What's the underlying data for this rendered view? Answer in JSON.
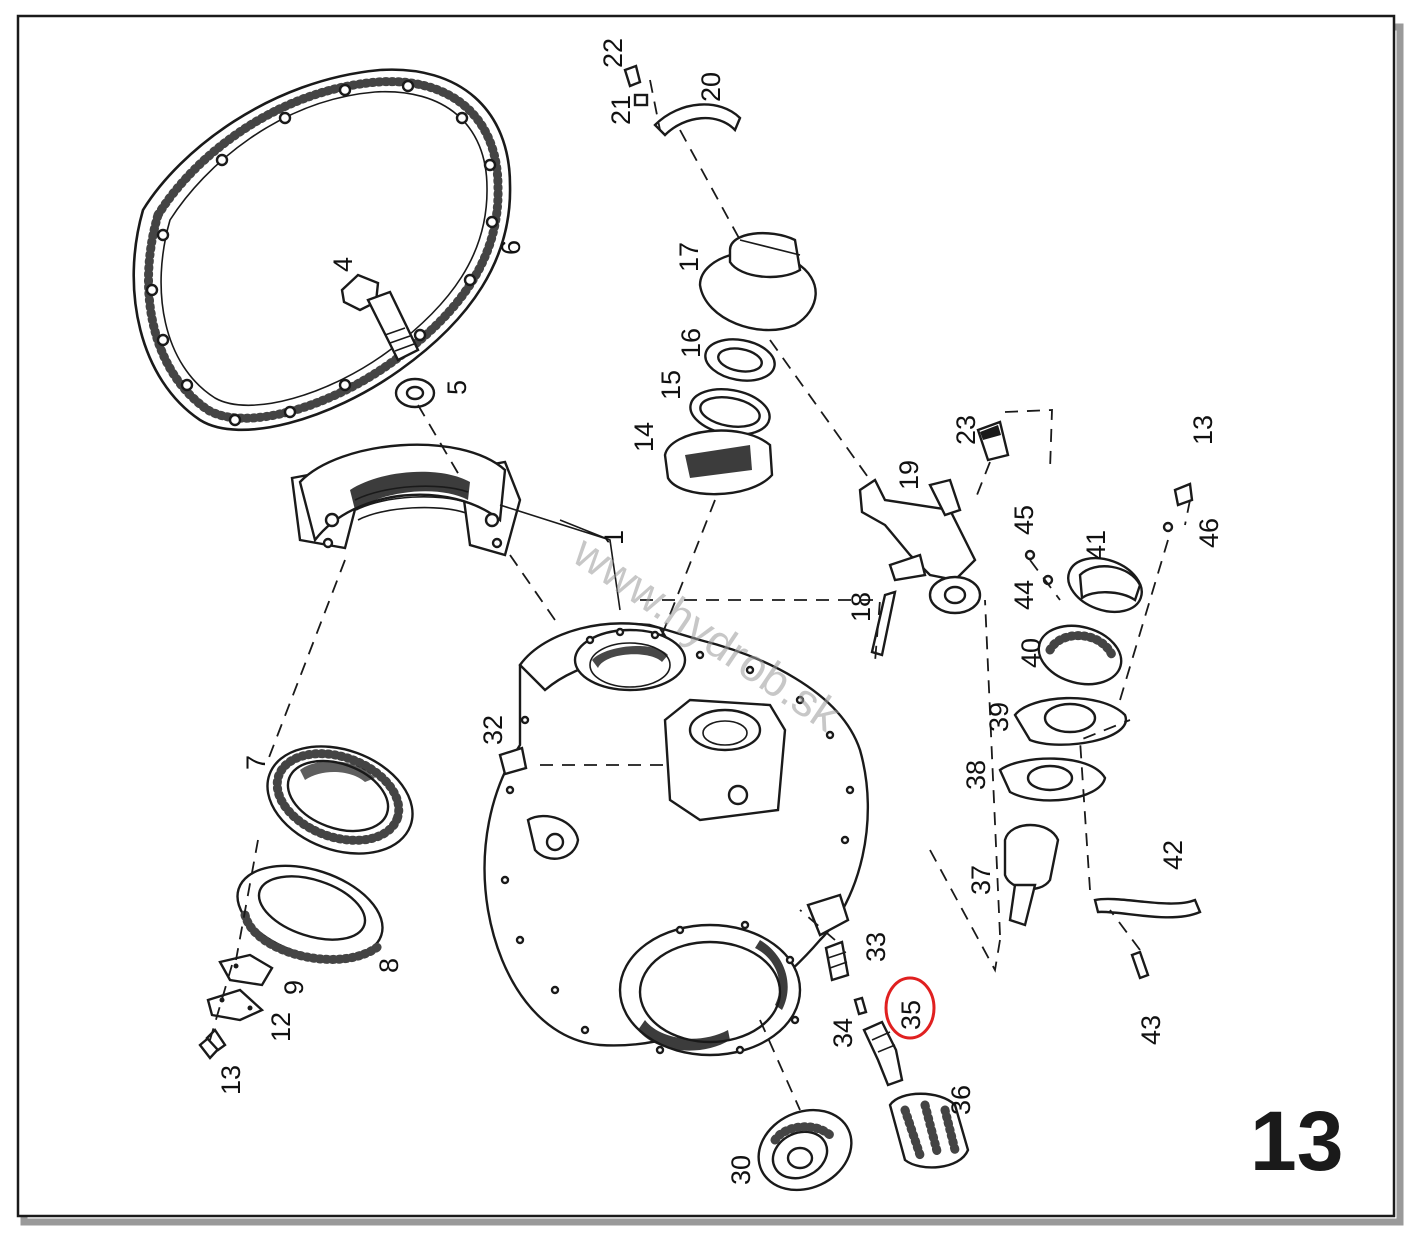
{
  "page": {
    "number": "13",
    "watermark": "www.hydrob.sk"
  },
  "highlight": {
    "part": "35",
    "color": "#e02020"
  },
  "colors": {
    "ink": "#1a1a1a",
    "paper": "#ffffff",
    "frame_shadow": "#9a9a9a"
  },
  "parts": [
    {
      "id": "p1",
      "label": "1"
    },
    {
      "id": "p4",
      "label": "4"
    },
    {
      "id": "p5",
      "label": "5"
    },
    {
      "id": "p6",
      "label": "6"
    },
    {
      "id": "p7",
      "label": "7"
    },
    {
      "id": "p8",
      "label": "8"
    },
    {
      "id": "p9",
      "label": "9"
    },
    {
      "id": "p12",
      "label": "12"
    },
    {
      "id": "p13a",
      "label": "13"
    },
    {
      "id": "p13b",
      "label": "13"
    },
    {
      "id": "p14",
      "label": "14"
    },
    {
      "id": "p15",
      "label": "15"
    },
    {
      "id": "p16",
      "label": "16"
    },
    {
      "id": "p17",
      "label": "17"
    },
    {
      "id": "p18",
      "label": "18"
    },
    {
      "id": "p19",
      "label": "19"
    },
    {
      "id": "p20",
      "label": "20"
    },
    {
      "id": "p21",
      "label": "21"
    },
    {
      "id": "p22",
      "label": "22"
    },
    {
      "id": "p23",
      "label": "23"
    },
    {
      "id": "p30",
      "label": "30"
    },
    {
      "id": "p32",
      "label": "32"
    },
    {
      "id": "p33",
      "label": "33"
    },
    {
      "id": "p34",
      "label": "34"
    },
    {
      "id": "p35",
      "label": "35"
    },
    {
      "id": "p36",
      "label": "36"
    },
    {
      "id": "p37",
      "label": "37"
    },
    {
      "id": "p38",
      "label": "38"
    },
    {
      "id": "p39",
      "label": "39"
    },
    {
      "id": "p40",
      "label": "40"
    },
    {
      "id": "p41",
      "label": "41"
    },
    {
      "id": "p42",
      "label": "42"
    },
    {
      "id": "p43",
      "label": "43"
    },
    {
      "id": "p44",
      "label": "44"
    },
    {
      "id": "p45",
      "label": "45"
    },
    {
      "id": "p46",
      "label": "46"
    }
  ]
}
